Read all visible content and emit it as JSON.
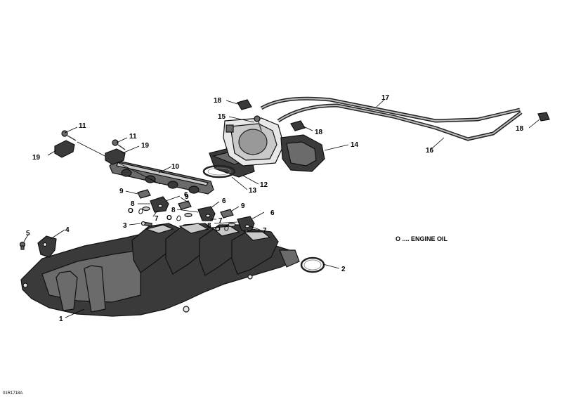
{
  "legend": {
    "text": "O .... ENGINE OIL"
  },
  "reference_code": "01R1718A",
  "callouts": [
    {
      "id": "c1",
      "text": "1"
    },
    {
      "id": "c2",
      "text": "2"
    },
    {
      "id": "c3",
      "text": "3"
    },
    {
      "id": "c4",
      "text": "4"
    },
    {
      "id": "c5",
      "text": "5"
    },
    {
      "id": "c6a",
      "text": "6"
    },
    {
      "id": "c6b",
      "text": "6"
    },
    {
      "id": "c6c",
      "text": "6"
    },
    {
      "id": "c7a",
      "text": "7"
    },
    {
      "id": "c7b",
      "text": "7"
    },
    {
      "id": "c7c",
      "text": "7"
    },
    {
      "id": "c8a",
      "text": "8"
    },
    {
      "id": "c8b",
      "text": "8"
    },
    {
      "id": "c8c",
      "text": "8"
    },
    {
      "id": "c9a",
      "text": "9"
    },
    {
      "id": "c9b",
      "text": "9"
    },
    {
      "id": "c9c",
      "text": "9"
    },
    {
      "id": "c10",
      "text": "10"
    },
    {
      "id": "c11a",
      "text": "11"
    },
    {
      "id": "c11b",
      "text": "11"
    },
    {
      "id": "c12",
      "text": "12"
    },
    {
      "id": "c13",
      "text": "13"
    },
    {
      "id": "c14",
      "text": "14"
    },
    {
      "id": "c15",
      "text": "15"
    },
    {
      "id": "c16",
      "text": "16"
    },
    {
      "id": "c17",
      "text": "17"
    },
    {
      "id": "c18a",
      "text": "18"
    },
    {
      "id": "c18b",
      "text": "18"
    },
    {
      "id": "c18c",
      "text": "18"
    },
    {
      "id": "c19a",
      "text": "19"
    },
    {
      "id": "c19b",
      "text": "19"
    },
    {
      "id": "o1",
      "text": "O"
    },
    {
      "id": "o2",
      "text": "O"
    },
    {
      "id": "o3",
      "text": "O"
    }
  ]
}
